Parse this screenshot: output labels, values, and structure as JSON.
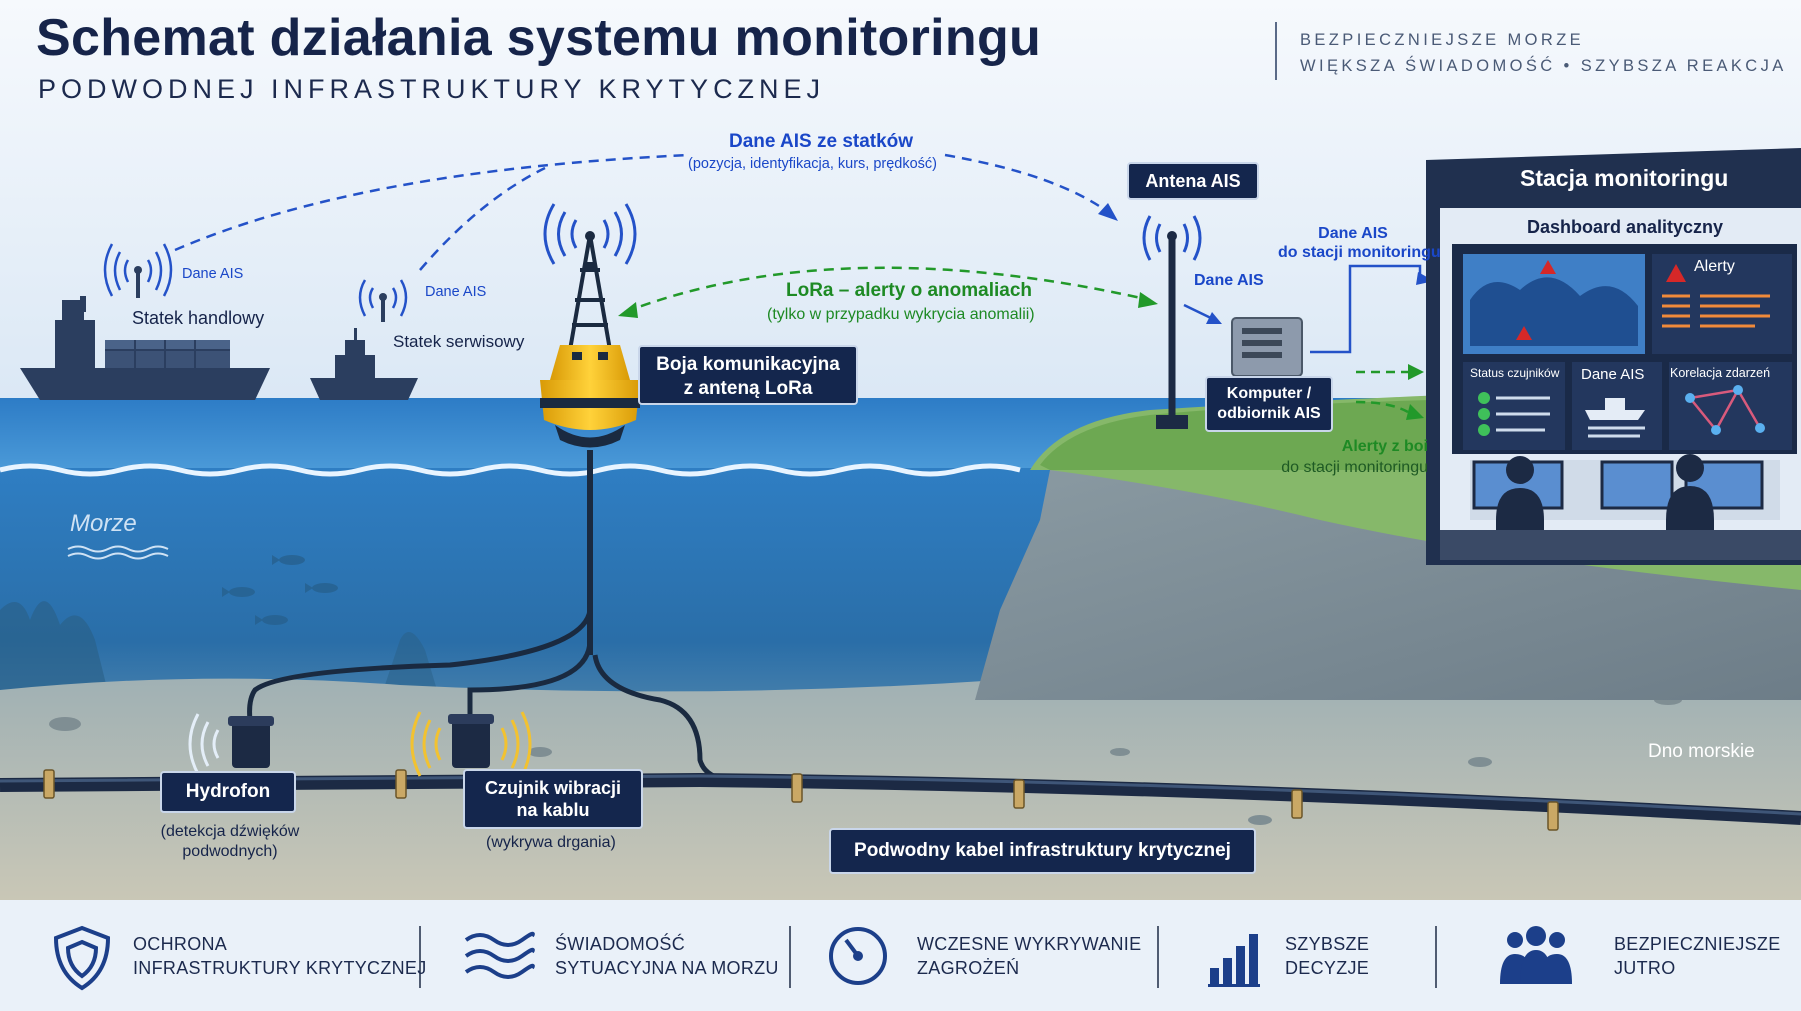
{
  "header": {
    "title": "Schemat działania systemu monitoringu",
    "subtitle": "PODWODNEJ INFRASTRUKTURY KRYTYCZNEJ",
    "tagline_line1": "BEZPIECZNIEJSZE MORZE",
    "tagline_line2": "WIĘKSZA ŚWIADOMOŚĆ  •  SZYBSZA REAKCJA"
  },
  "ais_flow": {
    "title": "Dane AIS ze statków",
    "detail": "(pozycja, identyfikacja, kurs, prędkość)"
  },
  "ships": [
    {
      "name": "Statek handlowy",
      "signal": "Dane AIS"
    },
    {
      "name": "Statek serwisowy",
      "signal": "Dane AIS"
    }
  ],
  "lora": {
    "title": "LoRa – alerty o anomaliach",
    "detail": "(tylko w przypadku wykrycia anomalii)"
  },
  "buoy": {
    "line1": "Boja komunikacyjna",
    "line2": "z anteną LoRa"
  },
  "antenna": {
    "label": "Antena AIS",
    "signal": "Dane AIS"
  },
  "computer": {
    "line1": "Komputer /",
    "line2": "odbiornik AIS"
  },
  "ais_to_station": {
    "line1": "Dane AIS",
    "line2": "do stacji monitoringu"
  },
  "alerts_to_station": {
    "line1": "Alerty z boi",
    "line2": "do stacji monitoringu"
  },
  "station": {
    "title": "Stacja monitoringu",
    "dashboard_title": "Dashboard analityczny",
    "alerts_panel": "Alerty",
    "panels": [
      "Status czujników",
      "Dane AIS",
      "Korelacja zdarzeń"
    ]
  },
  "environment": {
    "sea": "Morze",
    "seabed": "Dno morskie"
  },
  "sensors": {
    "hydrophone": {
      "label": "Hydrofon",
      "detail_line1": "(detekcja dźwięków",
      "detail_line2": "podwodnych)"
    },
    "vibration": {
      "label_line1": "Czujnik wibracji",
      "label_line2": "na kablu",
      "detail": "(wykrywa drgania)"
    }
  },
  "cable": {
    "label": "Podwodny kabel infrastruktury krytycznej"
  },
  "footer": [
    {
      "icon": "shield-icon",
      "line1": "OCHRONA",
      "line2": "INFRASTRUKTURY KRYTYCZNEJ"
    },
    {
      "icon": "waves-icon",
      "line1": "ŚWIADOMOŚĆ",
      "line2": "SYTUACYJNA NA MORZU"
    },
    {
      "icon": "gauge-icon",
      "line1": "WCZESNE WYKRYWANIE",
      "line2": "ZAGROŻEŃ"
    },
    {
      "icon": "bar-chart-icon",
      "line1": "SZYBSZE",
      "line2": "DECYZJE"
    },
    {
      "icon": "people-icon",
      "line1": "BEZPIECZNIEJSZE",
      "line2": "JUTRO"
    }
  ],
  "colors": {
    "navy": "#14264d",
    "ais_blue": "#1a47c8",
    "lora_green": "#1e8a24",
    "sea": "#2f7fc4",
    "buoy_yellow": "#f2b414",
    "alert_red": "#d62828"
  }
}
